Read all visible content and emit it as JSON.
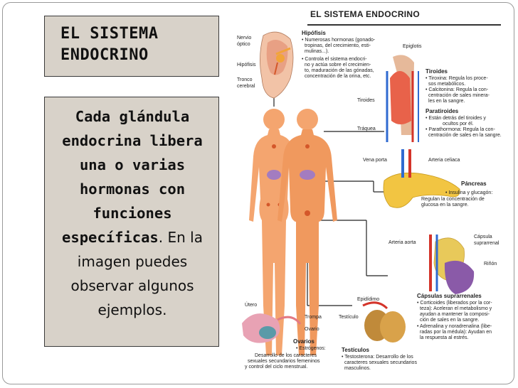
{
  "title": {
    "lines": [
      "EL SISTEMA",
      "ENDOCRINO"
    ]
  },
  "body": {
    "segments_bold": [
      "Cada glándula",
      "endocrina libera",
      "una o varias",
      "hormonas con",
      "funciones",
      "específicas"
    ],
    "segments_plain": [
      ". En la",
      "imagen puedes",
      "observar algunos",
      "ejemplos."
    ]
  },
  "figure": {
    "title": "EL SISTEMA ENDOCRINO",
    "labels": {
      "nervio_optico": "Nervio\nóptico",
      "hipofisis_small": "Hipófisis",
      "tronco_cerebral": "Tronco\ncerebral",
      "hipofisis_head": "Hipófisis",
      "hipofisis_desc1": "• Numerosas hormonas (gonado-",
      "hipofisis_desc2": "tropinas, del crecimiento, esti-",
      "hipofisis_desc3": "mulinas...).",
      "hipofisis_desc4": "• Controla el sistema endocri-",
      "hipofisis_desc5": "no y actúa sobre el crecimien-",
      "hipofisis_desc6": "to, maduración de las gónadas,",
      "hipofisis_desc7": "concentración de la orina, etc.",
      "epiglotis": "Epiglotis",
      "tiroides_head": "Tiroides",
      "tiroides_desc1": "• Tiroxina: Regula los proce-",
      "tiroides_desc2": "sos metabólicos.",
      "tiroides_desc3": "• Calcitonina: Regula la con-",
      "tiroides_desc4": "centración de sales minera-",
      "tiroides_desc5": "les en la sangre.",
      "tiroides_small": "Tiroides",
      "paratiroides_head": "Paratiroides",
      "paratiroides_desc1": "• Están detrás del tiroides y",
      "paratiroides_desc2": "ocultos por él.",
      "paratiroides_desc3": "• Parathormona: Regula la con-",
      "paratiroides_desc4": "centración de sales en la sangre.",
      "traquea": "Tráquea",
      "vena_porta": "Vena porta",
      "arteria_celiaca": "Arteria celiaca",
      "pancreas_head": "Páncreas",
      "pancreas_desc1": "• Insulina y glucagón:",
      "pancreas_desc2": "Regulan la concentración de",
      "pancreas_desc3": "glucosa en la sangre.",
      "arteria_aorta": "Arteria aorta",
      "capsula_suprarrenal": "Cápsula\nsuprarrenal",
      "rinon": "Riñón",
      "capsulas_head": "Cápsulas suprarrenales",
      "capsulas_desc1": "• Corticoides (liberados por la cor-",
      "capsulas_desc2": "teza): Aceleran el metabolismo y",
      "capsulas_desc3": "ayudan a mantener la composi-",
      "capsulas_desc4": "ción de sales en la sangre.",
      "capsulas_desc5": "• Adrenalina y noradrenalina (libe-",
      "capsulas_desc6": "radas por la médula): Ayudan en",
      "capsulas_desc7": "la respuesta al estrés.",
      "utero": "Útero",
      "trompa": "Trompa",
      "ovario": "Ovario",
      "ovarios_head": "Ovarios",
      "ovarios_desc1": "• Estrógenos:",
      "ovarios_desc2": "Desarrollo de los caracteres",
      "ovarios_desc3": "sexuales secundarios femeninos",
      "ovarios_desc4": "y control del ciclo menstrual.",
      "epididimo": "Epidídimo",
      "testiculo": "Testículo",
      "testiculos_head": "Testículos",
      "testiculos_desc1": "• Testosterona: Desarrollo de los",
      "testiculos_desc2": "caracteres sexuales secundarios",
      "testiculos_desc3": "masculinos."
    }
  }
}
